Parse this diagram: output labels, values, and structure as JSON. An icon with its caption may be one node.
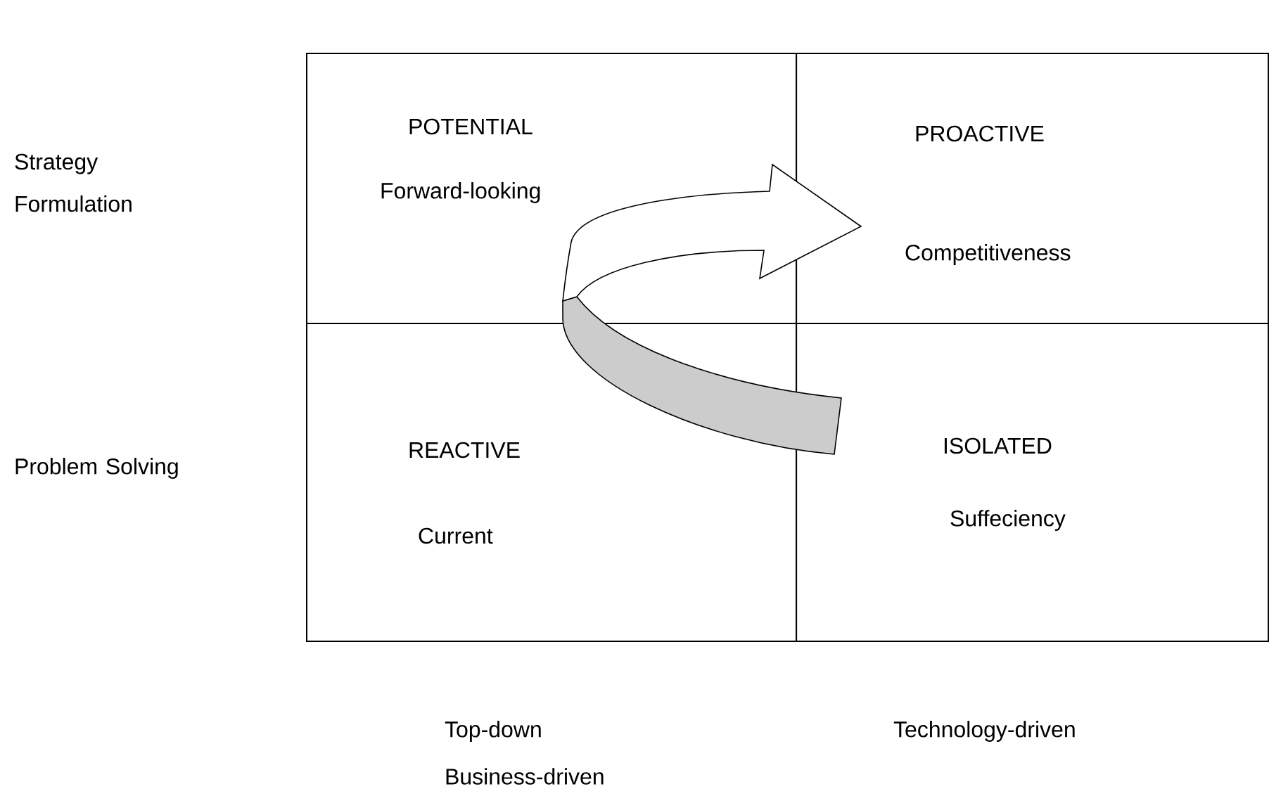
{
  "diagram": {
    "nodes": [
      {
        "text": [
          "POTENTIAL",
          "Forward-looking"
        ]
      },
      {
        "text": [
          "PROACTIVE",
          "Competitiveness"
        ]
      },
      {
        "text": [
          "REACTIVE",
          "Current"
        ]
      },
      {
        "text": [
          "ISOLATED",
          "Suffeciency"
        ]
      }
    ],
    "labels": [
      "Strategy Formulation",
      "Problem Solving",
      "Top-down",
      "Business-driven",
      "Technology-driven"
    ]
  }
}
